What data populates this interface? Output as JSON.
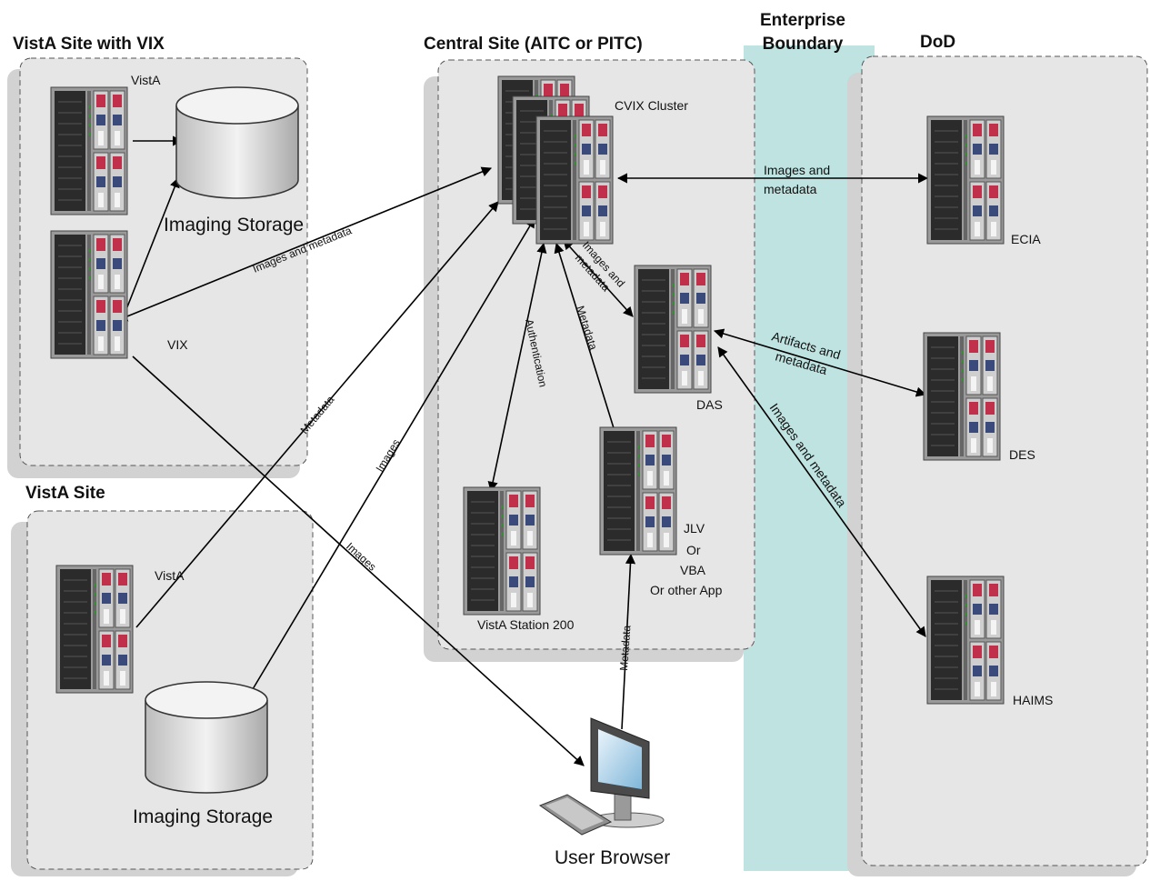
{
  "regions": {
    "vista_vix": {
      "title": "VistA Site with VIX"
    },
    "vista_site": {
      "title": "VistA Site"
    },
    "central": {
      "title": "Central Site (AITC or PITC)"
    },
    "enterprise": {
      "title_line1": "Enterprise",
      "title_line2": "Boundary"
    },
    "dod": {
      "title": "DoD"
    }
  },
  "nodes": {
    "vista1": {
      "label": "VistA"
    },
    "vix": {
      "label": "VIX"
    },
    "storage1": {
      "label": "Imaging Storage"
    },
    "vista2": {
      "label": "VistA"
    },
    "storage2": {
      "label": "Imaging Storage"
    },
    "cvix": {
      "label": "CVIX Cluster"
    },
    "das": {
      "label": "DAS"
    },
    "station200": {
      "label": "VistA Station 200"
    },
    "jlv": {
      "line1": "JLV",
      "line2": "Or",
      "line3": "VBA",
      "line4": "Or other App"
    },
    "browser": {
      "label": "User Browser"
    },
    "ecia": {
      "label": "ECIA"
    },
    "des": {
      "label": "DES"
    },
    "haims": {
      "label": "HAIMS"
    }
  },
  "links": {
    "cvix_ecia": {
      "line1": "Images and",
      "line2": "metadata"
    },
    "vix_cvix": {
      "label": "Images and metadata"
    },
    "cvix_das": {
      "line1": "Images and",
      "line2": "metadata"
    },
    "das_des": {
      "line1": "Artifacts and",
      "line2": "metadata"
    },
    "das_haims": {
      "label": "Images and metadata"
    },
    "auth": {
      "label": "Authentication"
    },
    "jlv_metadata": {
      "label": "Metadata"
    },
    "vista2_metadata": {
      "label": "Metadata"
    },
    "storage2_images": {
      "label": "Images"
    },
    "vix_browser_images": {
      "label": "Images"
    },
    "browser_jlv_metadata": {
      "label": "Metadata"
    }
  },
  "colors": {
    "region_fill": "#e6e6e6",
    "region_shadow": "#d2d2d2",
    "enterprise_band": "#bfe3e1",
    "server_dark": "#2a2a2a",
    "server_accent": "#c0304a",
    "server_light": "#cfcfcf",
    "arrow": "#000000"
  }
}
